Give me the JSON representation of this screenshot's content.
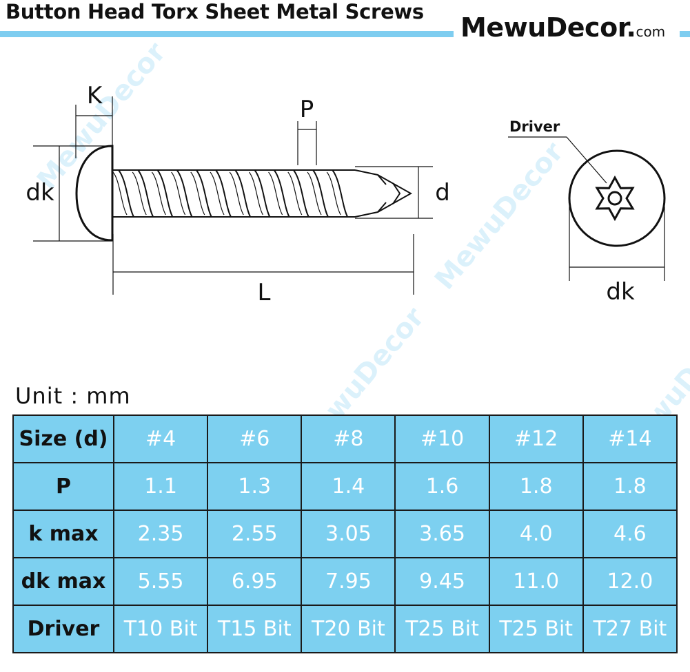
{
  "header": {
    "title": "Button Head Torx Sheet Metal Screws",
    "brand": "MewuDecor.",
    "brand_suffix": "com",
    "accent_color": "#7ecdf0"
  },
  "watermark": "MewuDecor",
  "diagram": {
    "labels": {
      "k": "K",
      "p": "P",
      "dk_side": "dk",
      "d": "d",
      "l": "L",
      "driver": "Driver",
      "dk_front": "dk"
    }
  },
  "spec_table": {
    "unit_label": "Unit : mm",
    "fill_color": "#7dd0f0",
    "rows": [
      {
        "header": "Size (d)",
        "cells": [
          "#4",
          "#6",
          "#8",
          "#10",
          "#12",
          "#14"
        ]
      },
      {
        "header": "P",
        "cells": [
          "1.1",
          "1.3",
          "1.4",
          "1.6",
          "1.8",
          "1.8"
        ]
      },
      {
        "header": "k max",
        "cells": [
          "2.35",
          "2.55",
          "3.05",
          "3.65",
          "4.0",
          "4.6"
        ]
      },
      {
        "header": "dk max",
        "cells": [
          "5.55",
          "6.95",
          "7.95",
          "9.45",
          "11.0",
          "12.0"
        ]
      },
      {
        "header": "Driver",
        "cells": [
          "T10 Bit",
          "T15 Bit",
          "T20 Bit",
          "T25 Bit",
          "T25 Bit",
          "T27 Bit"
        ]
      }
    ]
  }
}
